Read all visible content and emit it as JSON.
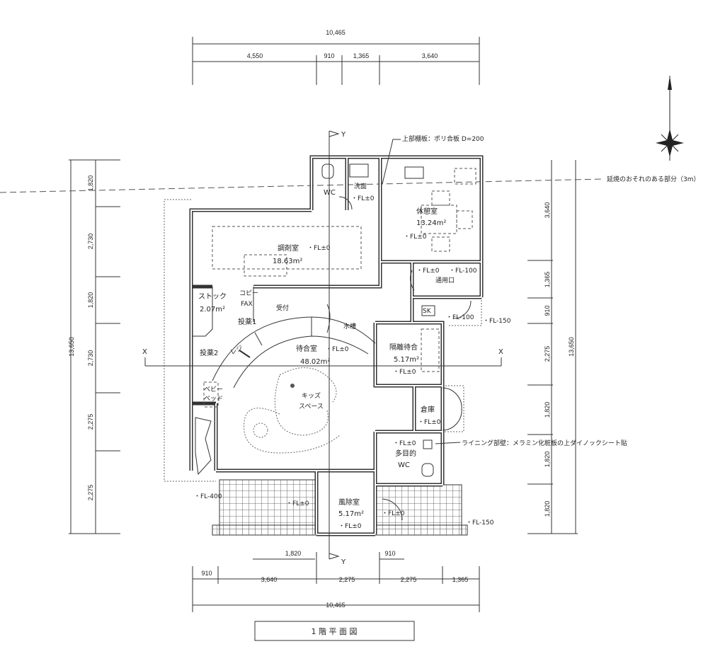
{
  "title": "1 階 平 面 図",
  "dimensions": {
    "top_total": "10,465",
    "top": [
      "4,550",
      "910",
      "1,365",
      "3,640"
    ],
    "bottom_upper": [
      "1,820",
      "910"
    ],
    "bottom": [
      "910",
      "3,640",
      "2,275",
      "2,275",
      "1,365"
    ],
    "bottom_total": "10,465",
    "left_total": "13,650",
    "left": [
      "1,820",
      "2,730",
      "1,820",
      "2,730",
      "2,275",
      "2,275"
    ],
    "right_total": "13,650",
    "right": [
      "3,640",
      "1,365",
      "910",
      "2,275",
      "1,820",
      "1,820",
      "1,820"
    ]
  },
  "section_marks": {
    "x": "X",
    "y": "Y"
  },
  "notes": {
    "shelf": "上部棚板：ポリ合板 D=200",
    "fire_line": "延焼のおそれのある部分（3m）",
    "lining": "ライニング部壁：メラミン化粧板の上ダイノックシート貼"
  },
  "rooms": {
    "wc": "WC",
    "washroom": "洗面",
    "washroom_fl": "・FL±0",
    "rest": "休憩室",
    "rest_area": "13.24m²",
    "rest_fl": "・FL±0",
    "dispensing": "調剤室",
    "dispensing_fl": "・FL±0",
    "dispensing_area": "18.63m²",
    "service_fl0": "・FL±0",
    "service_fl100": "・FL-100",
    "service": "通用口",
    "sk": "SK",
    "sk_fl": "・FL-100",
    "outside_fl150_a": "・FL-150",
    "stock": "ストック",
    "stock_area": "2.07m²",
    "copy": "コピー",
    "fax": "FAX",
    "reception": "受付",
    "dispense1": "投薬1",
    "dispense2": "投薬2",
    "register": "レジ",
    "aquarium": "水槽",
    "waiting": "待合室",
    "waiting_fl": "・FL±0",
    "waiting_area": "48.02m²",
    "kids1": "キッズ",
    "kids2": "スペース",
    "baby1": "ベビー",
    "baby2": "ベッド",
    "isolation": "隔離待合",
    "isolation_area": "5.17m²",
    "isolation_fl": "・FL±0",
    "storage": "倉庫",
    "storage_fl": "・FL±0",
    "mwc_fl": "・FL±0",
    "mwc1": "多目的",
    "mwc2": "WC",
    "windbreak": "風除室",
    "windbreak_area": "5.17m²",
    "windbreak_fl": "・FL±0",
    "outside_fl400": "・FL-400",
    "terrace_left_fl": "・FL±0",
    "terrace_right_fl": "・FL±0",
    "outside_fl150_b": "・FL-150"
  }
}
